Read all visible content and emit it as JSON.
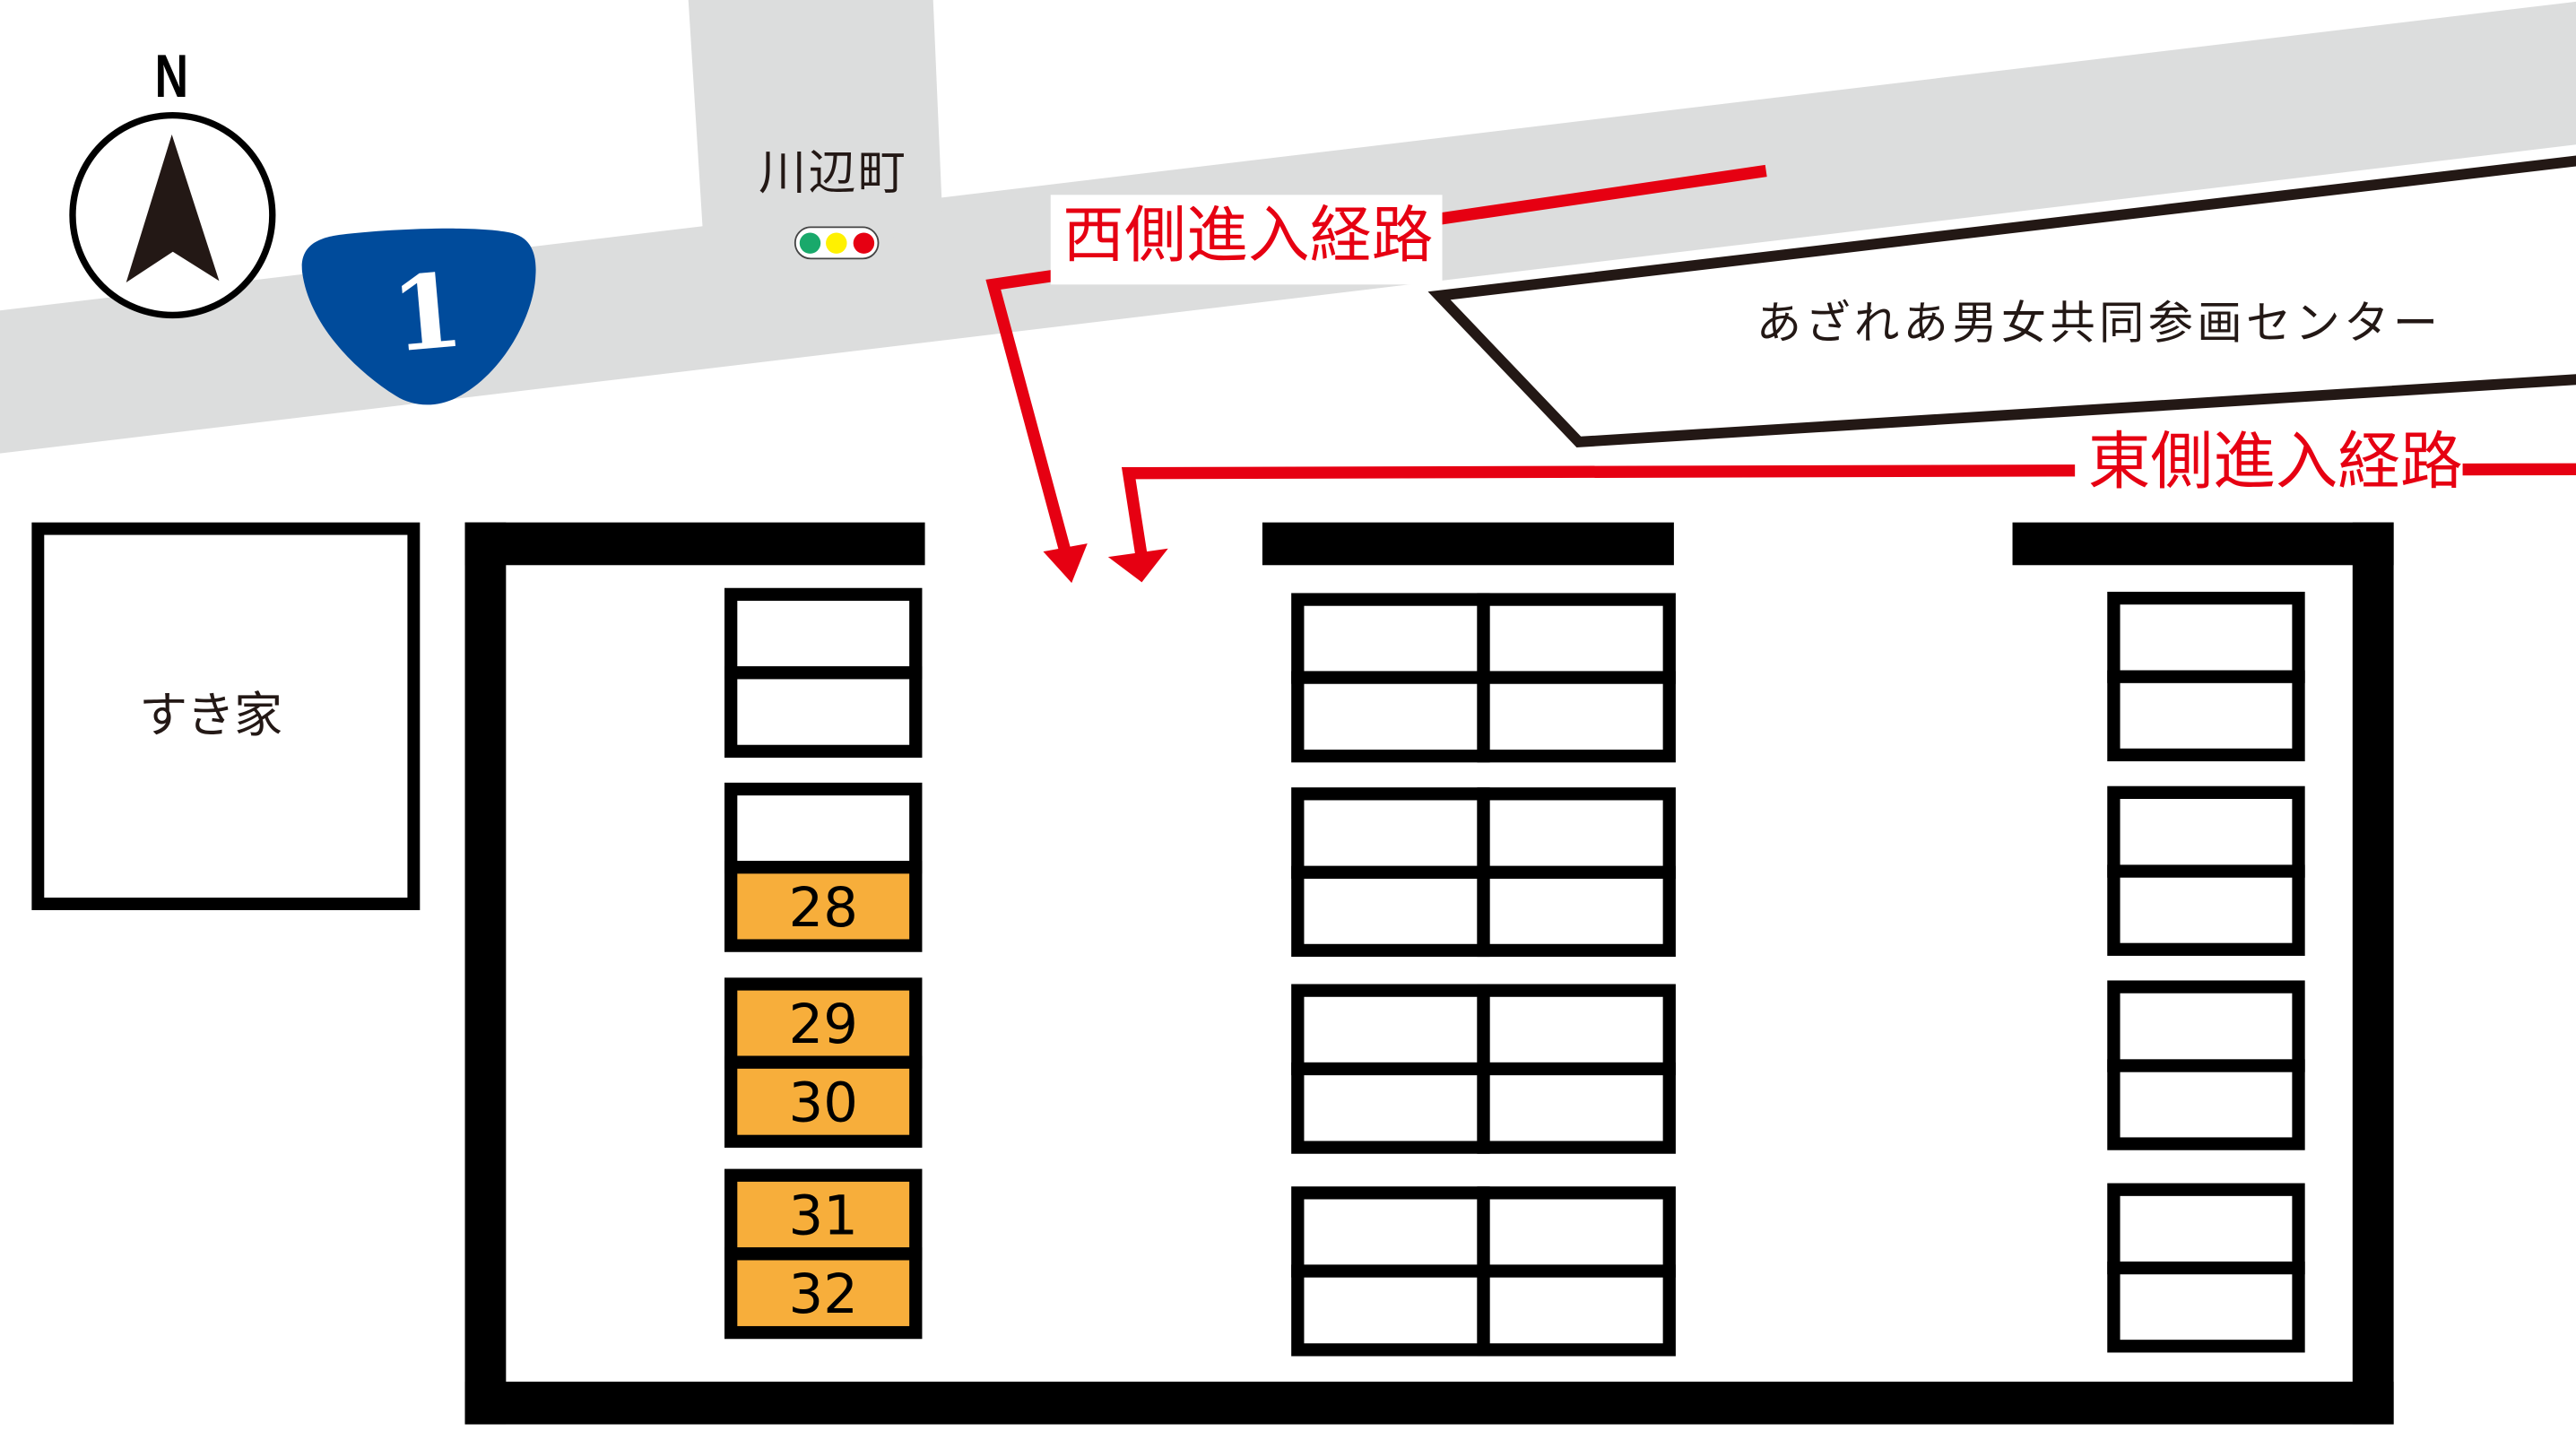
{
  "map": {
    "compass": {
      "label": "N",
      "icon": "north-arrow-icon"
    },
    "route_shield": {
      "number": "1",
      "icon": "national-route-shield-icon",
      "color": "#004b9b"
    },
    "intersection": {
      "name": "川辺町",
      "signal": {
        "icon": "traffic-light-icon",
        "lamps": {
          "green": "#19a96b",
          "yellow": "#fff100",
          "red": "#e60012"
        }
      }
    },
    "landmarks": {
      "azarea": {
        "label": "あざれあ男女共同参画センター"
      },
      "sukiya": {
        "label": "すき家"
      }
    },
    "routes": {
      "color": "#e60012",
      "west": {
        "label": "西側進入経路",
        "icon": "arrow-down-icon"
      },
      "east": {
        "label": "東側進入経路",
        "icon": "arrow-down-icon"
      }
    },
    "parking": {
      "highlight_color": "#f7ae3b",
      "columns": {
        "left": [
          [
            "",
            ""
          ],
          [
            "",
            "28"
          ],
          [
            "29",
            "30"
          ],
          [
            "31",
            "32"
          ]
        ],
        "middle": [
          [
            [
              "",
              ""
            ],
            [
              "",
              ""
            ]
          ],
          [
            [
              "",
              ""
            ],
            [
              "",
              ""
            ]
          ],
          [
            [
              "",
              ""
            ],
            [
              "",
              ""
            ]
          ],
          [
            [
              "",
              ""
            ],
            [
              "",
              ""
            ]
          ]
        ],
        "right": [
          [
            "",
            ""
          ],
          [
            "",
            ""
          ],
          [
            "",
            ""
          ],
          [
            "",
            ""
          ]
        ]
      },
      "highlighted_spaces": [
        "28",
        "29",
        "30",
        "31",
        "32"
      ]
    },
    "colors": {
      "road": "#dcdddd",
      "wall": "#000000",
      "outline": "#231815"
    }
  }
}
